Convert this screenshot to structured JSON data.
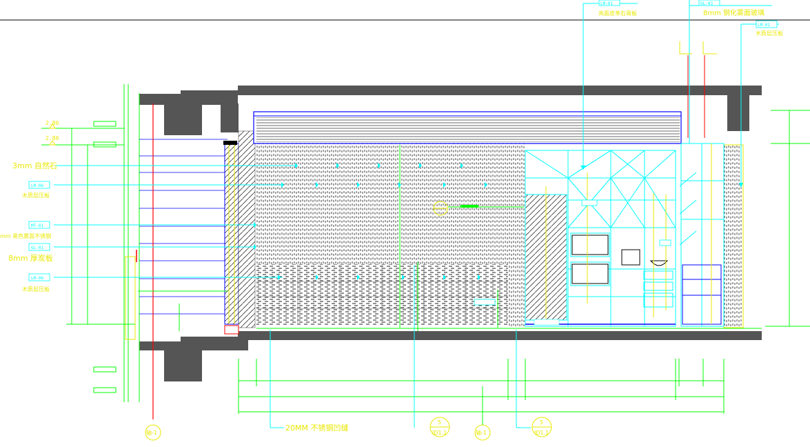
{
  "palette": {
    "background": "#ffffff",
    "wall": "#555555",
    "dimension": "#00ff00",
    "leader": "#00ffff",
    "text": "#e8e800",
    "grid": "#ff0000",
    "outline": "#0000ff"
  },
  "top_labels": {
    "label_1": "亮面皮革石膏板",
    "label_2": "8mm 钢化雾面玻璃",
    "label_3": "木质层压板"
  },
  "left_labels": {
    "label_1": "3mm 自然石",
    "label_2": "木质层压板",
    "label_3": "mm 黑色雾面不锈钢",
    "label_4": "8mm 厚炭板",
    "label_5": "木质层压板"
  },
  "levels": {
    "level_1": "2.80",
    "level_2": "2.80"
  },
  "bottom": {
    "callout": "20MM 不锈钢凹缝",
    "axis_1": "轴-1",
    "axis_2": "轴-1",
    "section_1": "5",
    "section_1_sub": "ID1.1",
    "section_2": "5",
    "section_2_sub": "ID1.1"
  },
  "icons": {
    "section_marker": "circle-section-icon",
    "grid_bubble": "grid-bubble-icon",
    "break_line": "break-line-icon"
  }
}
